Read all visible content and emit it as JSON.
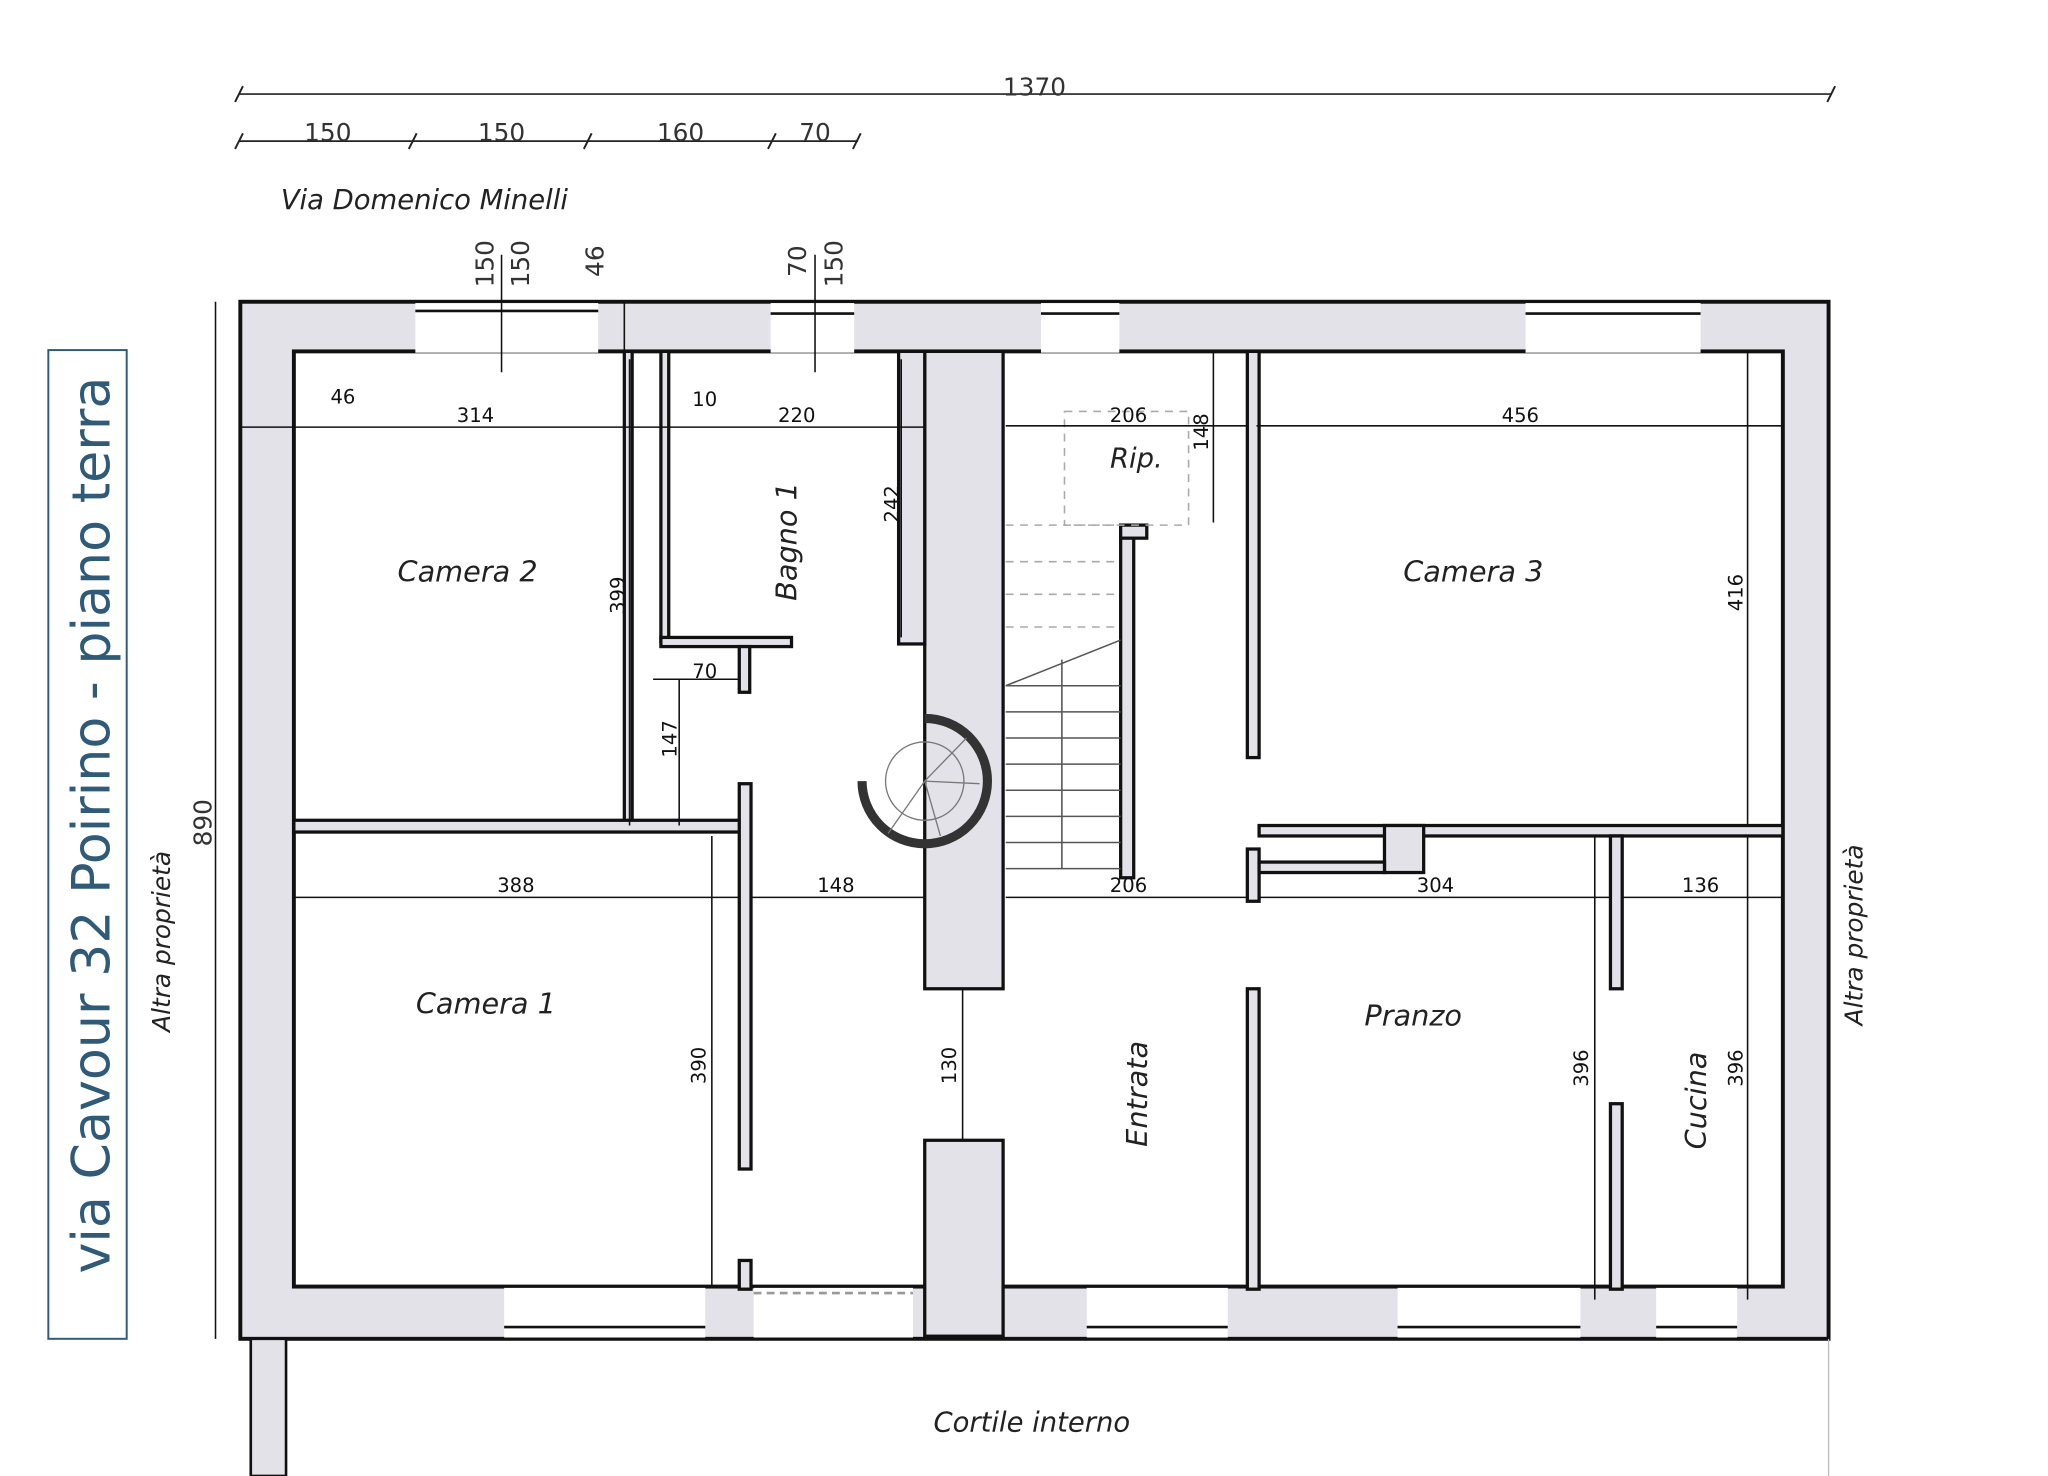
{
  "title": "via Cavour 32 Poirino - piano terra",
  "street": "Via Domenico Minelli",
  "courtyard": "Cortile interno",
  "side_labels": {
    "left": "Altra proprietà",
    "right": "Altra proprietà"
  },
  "rooms": {
    "camera2": "Camera 2",
    "bagno1": "Bagno 1",
    "rip": "Rip.",
    "camera3": "Camera 3",
    "camera1": "Camera 1",
    "entrata": "Entrata",
    "pranzo": "Pranzo",
    "cucina": "Cucina"
  },
  "dimensions": {
    "total_width": "1370",
    "total_depth": "890",
    "top_segments": [
      "150",
      "150",
      "160",
      "70"
    ],
    "window_a": [
      "150",
      "150"
    ],
    "wall_46_top": "46",
    "window_b": [
      "70",
      "150"
    ],
    "wall_46_left": "46",
    "cam2_width": "314",
    "wall_10": "10",
    "bagno_width": "220",
    "bagno_depth": "242",
    "cam2_depth": "399",
    "niche_70": "70",
    "corr_147": "147",
    "rip_width": "206",
    "rip_depth": "148",
    "cam3_width": "456",
    "cam3_depth": "416",
    "cam1_width": "388",
    "corr_148": "148",
    "entr_width": "206",
    "pranzo_width": "304",
    "cucina_width": "136",
    "cam1_depth": "390",
    "passage_130": "130",
    "pranzo_depth": "396",
    "cucina_depth": "396"
  },
  "colors": {
    "wall_fill": "#e2e2e8",
    "title": "#2f5a78"
  }
}
